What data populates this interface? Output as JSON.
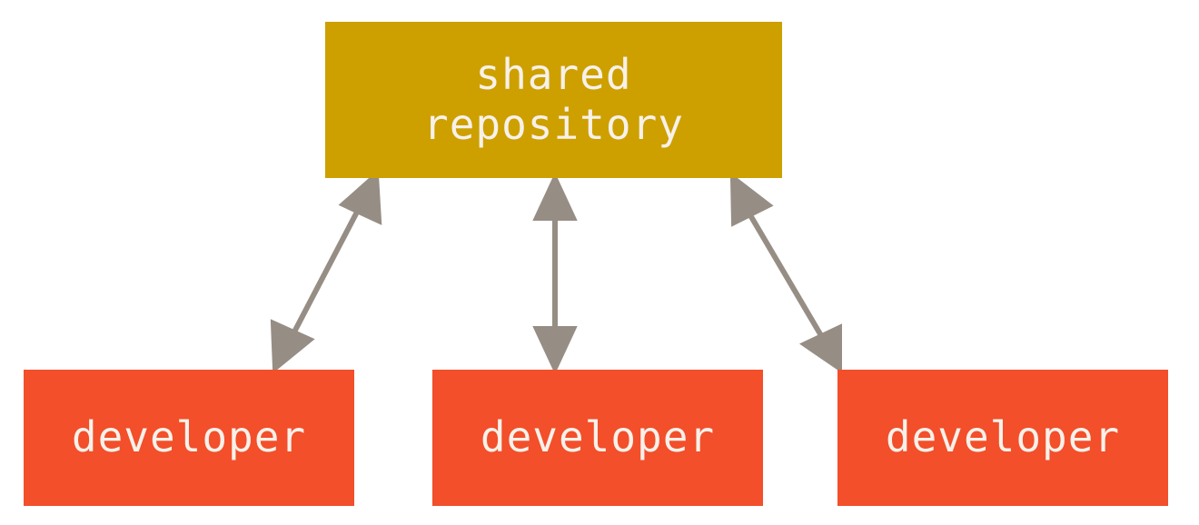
{
  "repository": {
    "line1": "shared",
    "line2": "repository"
  },
  "developers": [
    {
      "label": "developer"
    },
    {
      "label": "developer"
    },
    {
      "label": "developer"
    }
  ],
  "colors": {
    "repository": "#cda000",
    "developer": "#f24f2a",
    "arrow": "#968d84",
    "text": "#f7f1ea"
  }
}
